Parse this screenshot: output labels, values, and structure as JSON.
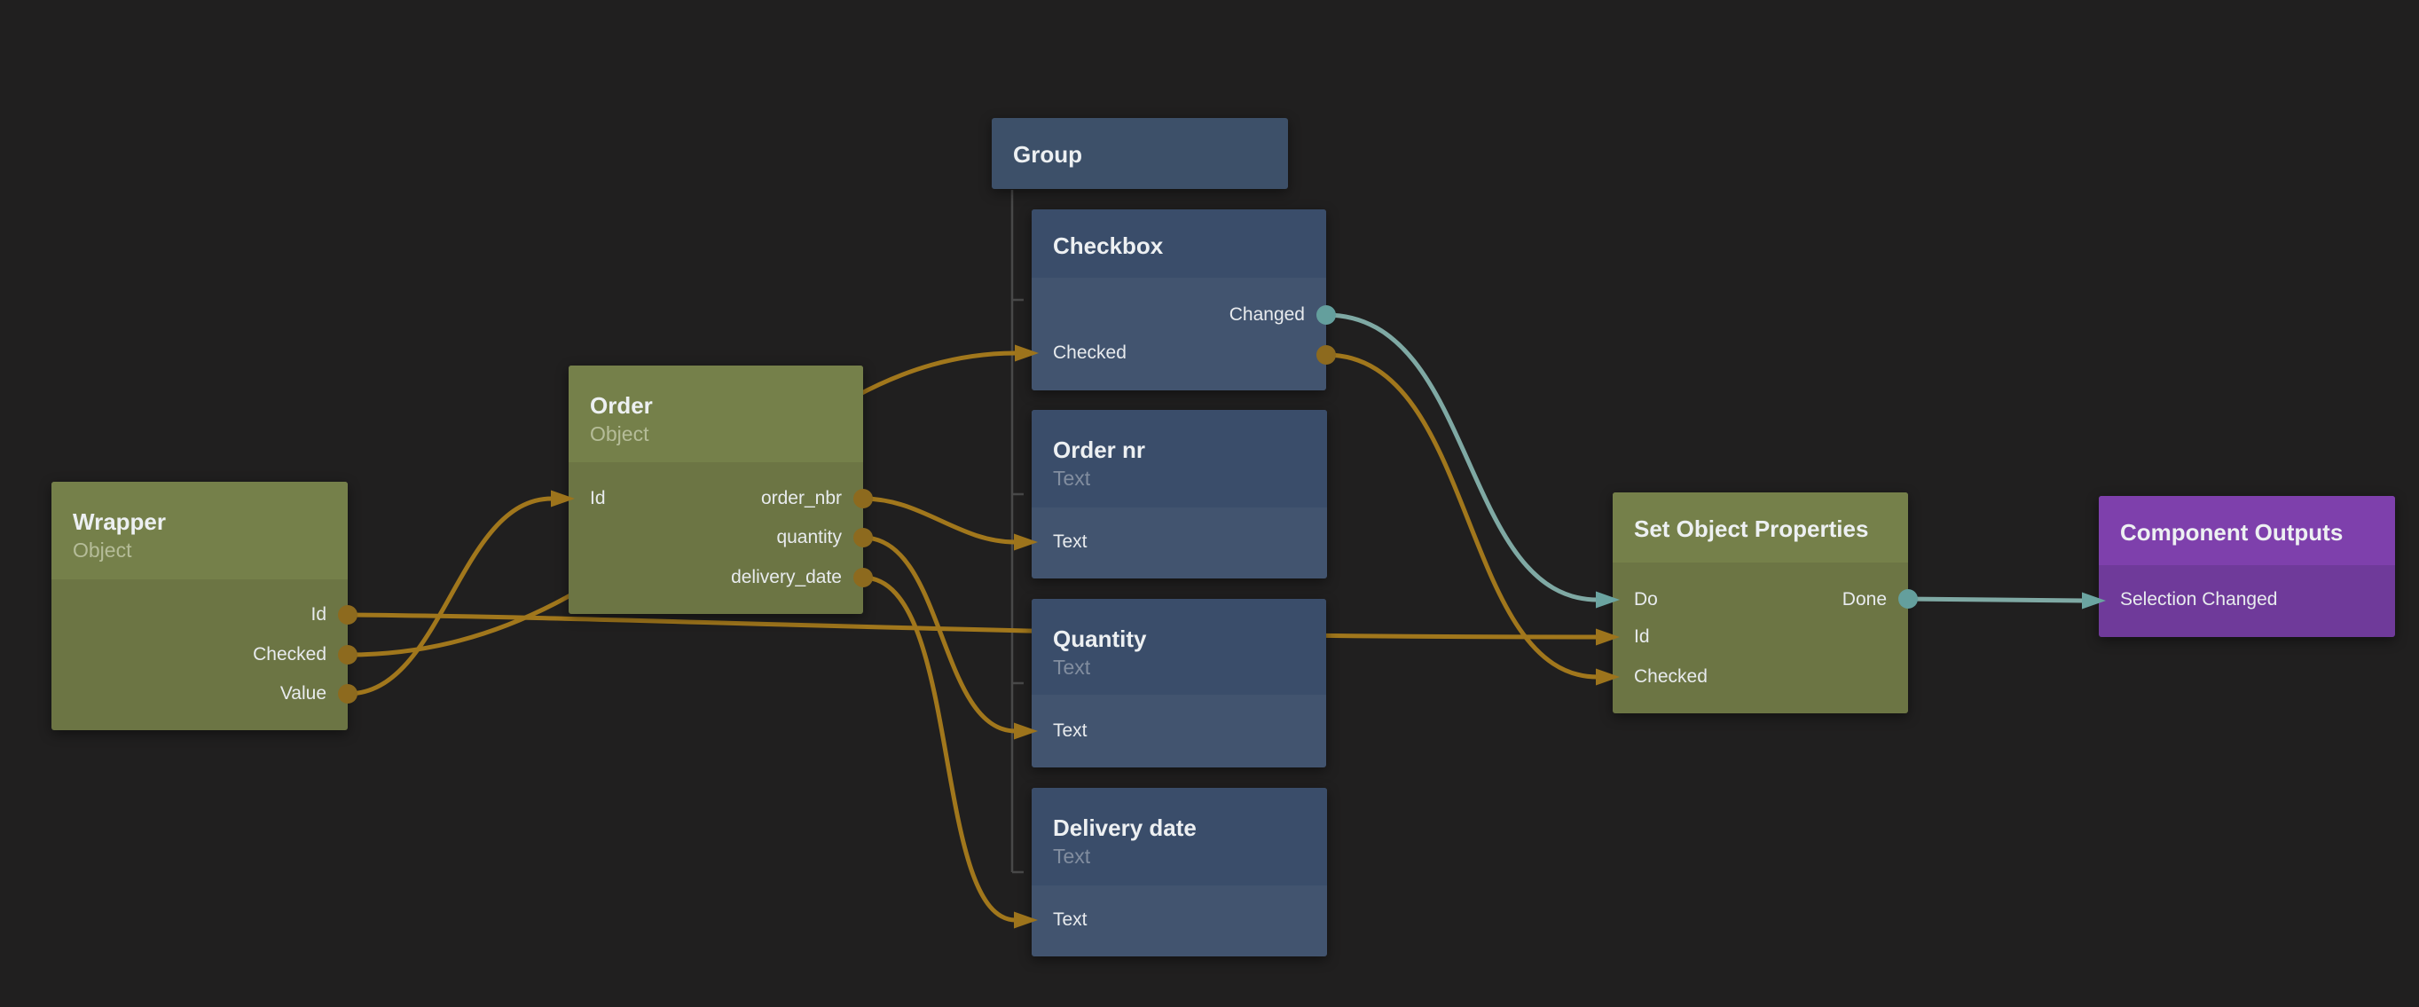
{
  "canvas": {
    "background_color": "#201f1f"
  },
  "colors": {
    "data_wire_orange": "#a1771c",
    "data_dot_orange": "#8d6a1e",
    "signal_wire_teal": "#7fa9a4",
    "signal_dot_teal": "#649f9d",
    "olive_node_header": "#75804a",
    "olive_node_body": "#6c7544",
    "blue_node_header": "#3a4d6a",
    "blue_node_body": "#42546f",
    "purple_node_header": "#7e40ac",
    "purple_node_body": "#6f3a9a",
    "group_tree_line": "#484848"
  },
  "nodes": {
    "wrapper": {
      "title": "Wrapper",
      "subtitle": "Object",
      "ports": {
        "id": "Id",
        "checked": "Checked",
        "value": "Value"
      }
    },
    "order": {
      "title": "Order",
      "subtitle": "Object",
      "ports": {
        "id": "Id",
        "order_nbr": "order_nbr",
        "quantity": "quantity",
        "delivery_date": "delivery_date"
      }
    },
    "group": {
      "title": "Group"
    },
    "checkbox": {
      "title": "Checkbox",
      "ports": {
        "changed": "Changed",
        "checked": "Checked"
      }
    },
    "order_nr": {
      "title": "Order nr",
      "subtitle": "Text",
      "ports": {
        "text": "Text"
      }
    },
    "quantity": {
      "title": "Quantity",
      "subtitle": "Text",
      "ports": {
        "text": "Text"
      }
    },
    "delivery_date": {
      "title": "Delivery date",
      "subtitle": "Text",
      "ports": {
        "text": "Text"
      }
    },
    "set_object_properties": {
      "title": "Set Object Properties",
      "ports": {
        "do": "Do",
        "id": "Id",
        "checked": "Checked",
        "done": "Done"
      }
    },
    "component_outputs": {
      "title": "Component Outputs",
      "ports": {
        "selection_changed": "Selection Changed"
      }
    }
  },
  "connections": [
    {
      "from": "Wrapper.Value",
      "to": "Order.Id",
      "type": "data"
    },
    {
      "from": "Wrapper.Id",
      "to": "Set Object Properties.Id",
      "type": "data"
    },
    {
      "from": "Wrapper.Checked",
      "to": "Checkbox.Checked",
      "type": "data"
    },
    {
      "from": "Order.order_nbr",
      "to": "Order nr.Text",
      "type": "data"
    },
    {
      "from": "Order.quantity",
      "to": "Quantity.Text",
      "type": "data"
    },
    {
      "from": "Order.delivery_date",
      "to": "Delivery date.Text",
      "type": "data"
    },
    {
      "from": "Checkbox.Changed",
      "to": "Set Object Properties.Do",
      "type": "signal"
    },
    {
      "from": "Checkbox.Checked",
      "to": "Set Object Properties.Checked",
      "type": "data"
    },
    {
      "from": "Set Object Properties.Done",
      "to": "Component Outputs.Selection Changed",
      "type": "signal"
    }
  ]
}
